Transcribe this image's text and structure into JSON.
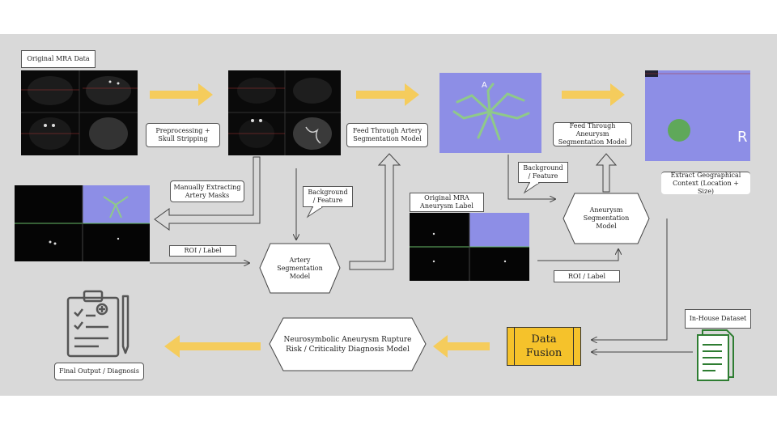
{
  "labels": {
    "original_mra": "Original MRA Data",
    "preprocessing": "Preprocessing + Skull Stripping",
    "feed_artery": "Feed Through Artery Segmentation Model",
    "feed_aneurysm": "Feed Through Aneurysm Segmentation Model",
    "extract_context": "Extract Geographical Context (Location + Size)",
    "manual_masks": "Manually Extracting Artery Masks",
    "bg_feature_1": "Background / Feature",
    "bg_feature_2": "Background / Feature",
    "aneurysm_label": "Original MRA Aneurysm Label",
    "roi_label_1": "ROI / Label",
    "roi_label_2": "ROI / Label",
    "artery_model": "Artery Segmentation Model",
    "aneurysm_model": "Aneurysm Segmentation Model",
    "in_house": "In-House Dataset",
    "neurosymbolic": "Neurosymbolic Aneurysm Rupture Risk / Criticality Diagnosis Model",
    "data_fusion": "Data Fusion",
    "final_output": "Final Output / Diagnosis",
    "view_letter_a": "A",
    "view_letter_r": "R"
  },
  "colors": {
    "background_panel": "#d9d9d9",
    "arrow_yellow": "#f5cc5c",
    "fusion_fill": "#f5c22b",
    "dataset_icon": "#2e7d32",
    "render_blue": "#8d8ee6",
    "vessel_green": "#8fc98a",
    "aneurysm_green": "#5fa85a"
  },
  "icons": [
    "clipboard-diagnosis-icon",
    "dataset-document-icon"
  ]
}
